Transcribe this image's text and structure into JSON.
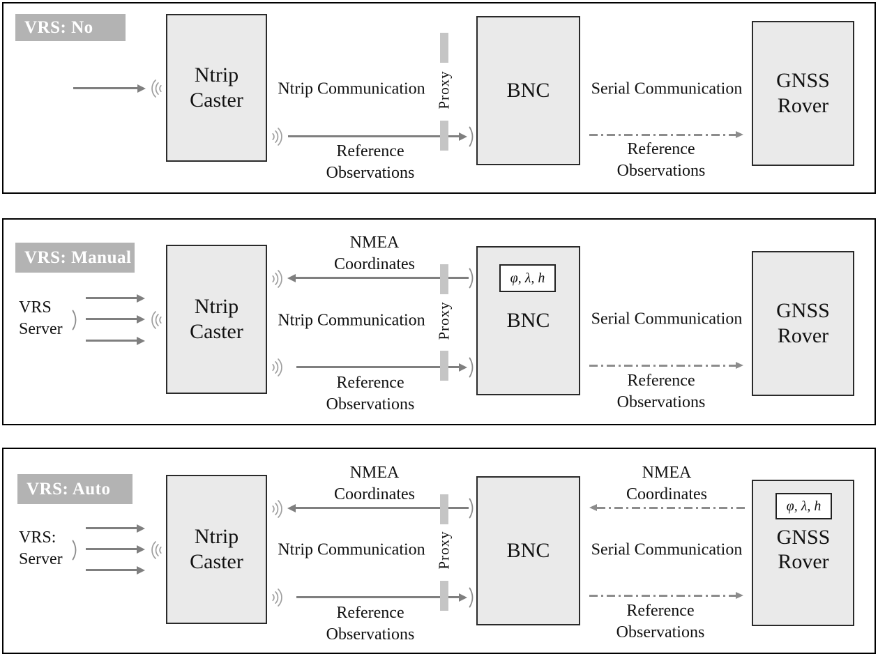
{
  "colors": {
    "panel_border": "#000000",
    "box_fill": "#eaeaea",
    "box_border": "#2a2a2a",
    "badge_bg": "#b3b3b3",
    "badge_text": "#ffffff",
    "solid_arrow": "#7f7f7f",
    "dash_arrow": "#8c8c8c",
    "wave_icon": "#9f9f9f",
    "proxy_bar": "#c5c5c5"
  },
  "icons": {
    "wireless_waves": "radio-wave-arcs",
    "receiver_arc": "single-arc-antenna"
  },
  "panels": [
    {
      "badge": "VRS: No",
      "caster_lines": [
        "Ntrip",
        "Caster"
      ],
      "bnc_label": "BNC",
      "rover_lines": [
        "GNSS",
        "Rover"
      ],
      "proxy_label": "Proxy",
      "ntrip_link_label": "Ntrip Communication",
      "serial_link_label": "Serial Communication",
      "reference_lines": [
        "Reference",
        "Observations"
      ]
    },
    {
      "badge": "VRS: Manual",
      "server_lines": [
        "VRS",
        "Server"
      ],
      "nmea_lines": [
        "NMEA",
        "Coordinates"
      ],
      "coords_label": "φ, λ, h",
      "caster_lines": [
        "Ntrip",
        "Caster"
      ],
      "bnc_label": "BNC",
      "rover_lines": [
        "GNSS",
        "Rover"
      ],
      "proxy_label": "Proxy",
      "ntrip_link_label": "Ntrip Communication",
      "serial_link_label": "Serial Communication",
      "reference_lines": [
        "Reference",
        "Observations"
      ]
    },
    {
      "badge": "VRS: Auto",
      "server_lines": [
        "VRS:",
        "Server"
      ],
      "nmea_lines": [
        "NMEA",
        "Coordinates"
      ],
      "nmea_right_lines": [
        "NMEA",
        "Coordinates"
      ],
      "coords_label": "φ, λ, h",
      "caster_lines": [
        "Ntrip",
        "Caster"
      ],
      "bnc_label": "BNC",
      "rover_lines": [
        "GNSS",
        "Rover"
      ],
      "proxy_label": "Proxy",
      "ntrip_link_label": "Ntrip Communication",
      "serial_link_label": "Serial Communication",
      "reference_lines": [
        "Reference",
        "Observations"
      ]
    }
  ]
}
